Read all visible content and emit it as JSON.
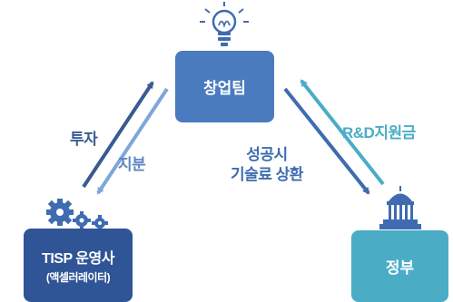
{
  "nodes": {
    "startup": {
      "label": "창업팀",
      "color": "#4a7bbf"
    },
    "tisp": {
      "label": "TISP 운영사",
      "sublabel": "(액셀러레이터)",
      "color": "#2f5597"
    },
    "government": {
      "label": "정부",
      "color": "#4bacc6"
    }
  },
  "edges": {
    "investment": {
      "label": "투자",
      "color": "#3a5a92"
    },
    "equity": {
      "label": "지분",
      "color": "#7ea6d8"
    },
    "success_royalty": {
      "line1": "성공시",
      "line2": "기술료 상환",
      "color": "#3f6cb0"
    },
    "rd_grant": {
      "label": "R&D지원금",
      "color": "#4bacc6"
    }
  },
  "icons": {
    "startup": "lightbulb-icon",
    "tisp": "gears-icon",
    "government": "capitol-building-icon"
  }
}
